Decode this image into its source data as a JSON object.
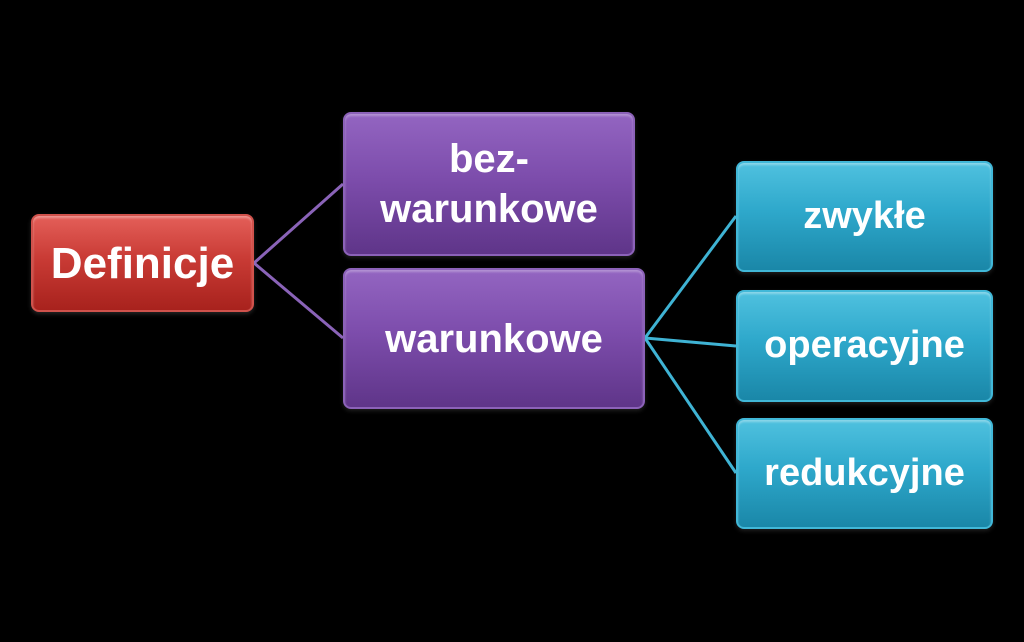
{
  "diagram": {
    "root": {
      "label": "Definicje",
      "color": "#c93b35"
    },
    "level1": [
      {
        "label_lines": [
          "bez-",
          "warunkowe"
        ],
        "color": "#7d4dac"
      },
      {
        "label_lines": [
          "warunkowe"
        ],
        "color": "#7d4dac"
      }
    ],
    "level2": [
      {
        "label": "zwykłe",
        "color": "#2ea8cb"
      },
      {
        "label": "operacyjne",
        "color": "#2ea8cb"
      },
      {
        "label": "redukcyjne",
        "color": "#2ea8cb"
      }
    ],
    "connector_colors": {
      "purple": "#8a63b8",
      "cyan": "#3fb3d4"
    }
  }
}
